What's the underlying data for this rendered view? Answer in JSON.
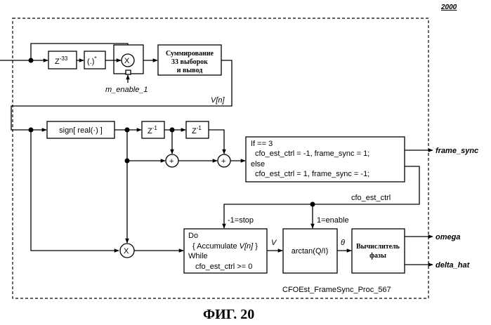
{
  "figure_number": "2000",
  "caption": "ФИГ. 20",
  "module_name": "CFOEst_FrameSync_Proc_567",
  "blocks": {
    "delay_33": {
      "base": "Z",
      "sup": "-33"
    },
    "conj": {
      "base": "(.)",
      "sup": "*"
    },
    "mult": "X",
    "sum_block": [
      "Суммирование",
      "33 выборок",
      "и вывод"
    ],
    "enable": "m_enable_1",
    "vn_label": {
      "base": "V[",
      "var": "n",
      "end": "]"
    },
    "sign_real": "sign[ real(·) ]",
    "delay1_a": {
      "base": "Z",
      "sup": "-1"
    },
    "delay1_b": {
      "base": "Z",
      "sup": "-1"
    },
    "plus": "+",
    "decision": [
      "If == 3",
      "cfo_est_ctrl = -1,  frame_sync =  1;",
      "else",
      "cfo_est_ctrl =  1,  frame_sync = -1;"
    ],
    "accumulate": {
      "do": "Do",
      "body_prefix": "{ Accumulate ",
      "body_var": "V[n]",
      "body_suffix": " }",
      "while": "While",
      "cond": "cfo_est_ctrl >= 0"
    },
    "arctan": "arctan(Q/I)",
    "phase_calc": [
      "Вычислитель",
      "фазы"
    ]
  },
  "signals": {
    "frame_sync": "frame_sync",
    "cfo_est_ctrl": "cfo_est_ctrl",
    "stop": "-1=stop",
    "enable": "1=enable",
    "v": "V",
    "theta": "θ",
    "omega": "omega",
    "delta_hat": "delta_hat"
  }
}
